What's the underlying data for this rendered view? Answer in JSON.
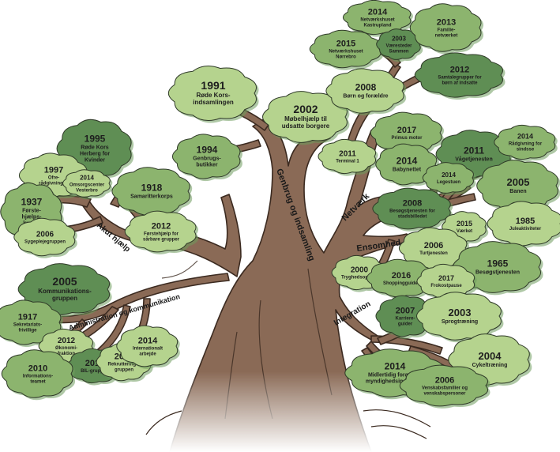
{
  "colors": {
    "trunk": "#8a6a56",
    "trunk_dark": "#3b2a20",
    "light_green": "#b5d38e",
    "mid_green": "#8cb46e",
    "dark_green": "#5f8e54",
    "olive_green": "#6e9a5c",
    "outline": "#2f3a28"
  },
  "branches": {
    "akut": "Akut hjælp",
    "admin": "Administration og kommunikation",
    "genbrug": "Genbrug og indsamling",
    "netvaerk": "Netværk",
    "ensomhed": "Ensomhed",
    "integration": "Integration"
  },
  "clouds": [
    {
      "id": "c1991",
      "year": "1991",
      "text": [
        "Røde Kors-",
        "indsamlingen"
      ],
      "shade": "light"
    },
    {
      "id": "c1994",
      "year": "1994",
      "text": [
        "Genbrugs-",
        "butikker"
      ],
      "shade": "mid"
    },
    {
      "id": "c2002",
      "year": "2002",
      "text": [
        "Møbelhjælp til",
        "udsatte borgere"
      ],
      "shade": "light"
    },
    {
      "id": "c2014k",
      "year": "2014",
      "text": [
        "Netværkshuset",
        "Kastrupland"
      ],
      "shade": "mid"
    },
    {
      "id": "c2015n",
      "year": "2015",
      "text": [
        "Netværkshuset",
        "Nørrebro"
      ],
      "shade": "mid"
    },
    {
      "id": "c2003s",
      "year": "2003",
      "text": [
        "Væresteder",
        "Sammen"
      ],
      "shade": "dark"
    },
    {
      "id": "c2013",
      "year": "2013",
      "text": [
        "Familie-",
        "netværket"
      ],
      "shade": "mid"
    },
    {
      "id": "c2012s",
      "year": "2012",
      "text": [
        "Samtalegrupper for",
        "børn af indsatte"
      ],
      "shade": "dark"
    },
    {
      "id": "c2008b",
      "year": "2008",
      "text": [
        "Børn og forældre"
      ],
      "shade": "light"
    },
    {
      "id": "c2017p",
      "year": "2017",
      "text": [
        "Primus motor"
      ],
      "shade": "mid"
    },
    {
      "id": "c2011t",
      "year": "2011",
      "text": [
        "Terminal 1"
      ],
      "shade": "light"
    },
    {
      "id": "c2014b",
      "year": "2014",
      "text": [
        "Babynettet"
      ],
      "shade": "mid"
    },
    {
      "id": "c2011v",
      "year": "2011",
      "text": [
        "Vågetjenesten"
      ],
      "shade": "dark"
    },
    {
      "id": "c2014m",
      "year": "2014",
      "text": [
        "Rådgivning for",
        "sindsse"
      ],
      "shade": "mid"
    },
    {
      "id": "c2014l",
      "year": "2014",
      "text": [
        "Legestuen"
      ],
      "shade": "mid"
    },
    {
      "id": "c2005b",
      "year": "2005",
      "text": [
        "Banen"
      ],
      "shade": "mid"
    },
    {
      "id": "c2008s",
      "year": "2008",
      "text": [
        "Besøgstjenesten for",
        "stadsbilledet"
      ],
      "shade": "dark"
    },
    {
      "id": "c2015v",
      "year": "2015",
      "text": [
        "Værket"
      ],
      "shade": "light"
    },
    {
      "id": "c1985",
      "year": "1985",
      "text": [
        "Juleaktiviteter"
      ],
      "shade": "light"
    },
    {
      "id": "c2006t",
      "year": "2006",
      "text": [
        "Turtjenesten"
      ],
      "shade": "light"
    },
    {
      "id": "c1965",
      "year": "1965",
      "text": [
        "Besøgstjenesten"
      ],
      "shade": "mid"
    },
    {
      "id": "c2000t",
      "year": "2000",
      "text": [
        "Tryghedsopkald"
      ],
      "shade": "light"
    },
    {
      "id": "c2016",
      "year": "2016",
      "text": [
        "Shoppingguider"
      ],
      "shade": "mid"
    },
    {
      "id": "c2017f",
      "year": "2017",
      "text": [
        "Frokostpause"
      ],
      "shade": "light"
    },
    {
      "id": "c2007k",
      "year": "2007",
      "text": [
        "Karriere-",
        "guider"
      ],
      "shade": "dark"
    },
    {
      "id": "c2003sp",
      "year": "2003",
      "text": [
        "Sprogtræning"
      ],
      "shade": "light"
    },
    {
      "id": "c2004",
      "year": "2004",
      "text": [
        "Cykeltræning"
      ],
      "shade": "light"
    },
    {
      "id": "c2014m2",
      "year": "2014",
      "text": [
        "Midlertidig forældre-",
        "myndighedsindehaver"
      ],
      "shade": "mid"
    },
    {
      "id": "c2006v",
      "year": "2006",
      "text": [
        "Venskabsfamilier og",
        "venskabspersoner"
      ],
      "shade": "mid"
    },
    {
      "id": "c1995",
      "year": "1995",
      "text": [
        "Røde Kors",
        "Herberg for",
        "Kvinder"
      ],
      "shade": "dark"
    },
    {
      "id": "c1997",
      "year": "1997",
      "text": [
        "Ofre-",
        "rådgivningen"
      ],
      "shade": "light"
    },
    {
      "id": "c2014o",
      "year": "2014",
      "text": [
        "Omsorgscenter",
        "Vesterbro"
      ],
      "shade": "light"
    },
    {
      "id": "c1918",
      "year": "1918",
      "text": [
        "Samaritterkorps"
      ],
      "shade": "mid"
    },
    {
      "id": "c1937",
      "year": "1937",
      "text": [
        "Første-",
        "hjælps-",
        "kurser"
      ],
      "shade": "mid"
    },
    {
      "id": "c2006s",
      "year": "2006",
      "text": [
        "Sygeplejegruppen"
      ],
      "shade": "light"
    },
    {
      "id": "c2012f",
      "year": "2012",
      "text": [
        "Førstehjælp for",
        "sårbare grupper"
      ],
      "shade": "light"
    },
    {
      "id": "c2005k",
      "year": "2005",
      "text": [
        "Kommunikations-",
        "gruppen"
      ],
      "shade": "dark"
    },
    {
      "id": "c1917",
      "year": "1917",
      "text": [
        "Sekretariats-",
        "frivillige"
      ],
      "shade": "mid"
    },
    {
      "id": "c2012d",
      "year": "2012",
      "text": [
        "Økonomi-",
        "fraktion"
      ],
      "shade": "light"
    },
    {
      "id": "c2017b",
      "year": "2017",
      "text": [
        "BIL-gruppen"
      ],
      "shade": "dark"
    },
    {
      "id": "c2012r",
      "year": "2012",
      "text": [
        "Rekrutterings-",
        "gruppen"
      ],
      "shade": "light"
    },
    {
      "id": "c2014i",
      "year": "2014",
      "text": [
        "Internationalt",
        "arbejde"
      ],
      "shade": "light"
    },
    {
      "id": "c2010",
      "year": "2010",
      "text": [
        "Informations-",
        "teamet"
      ],
      "shade": "mid"
    }
  ]
}
